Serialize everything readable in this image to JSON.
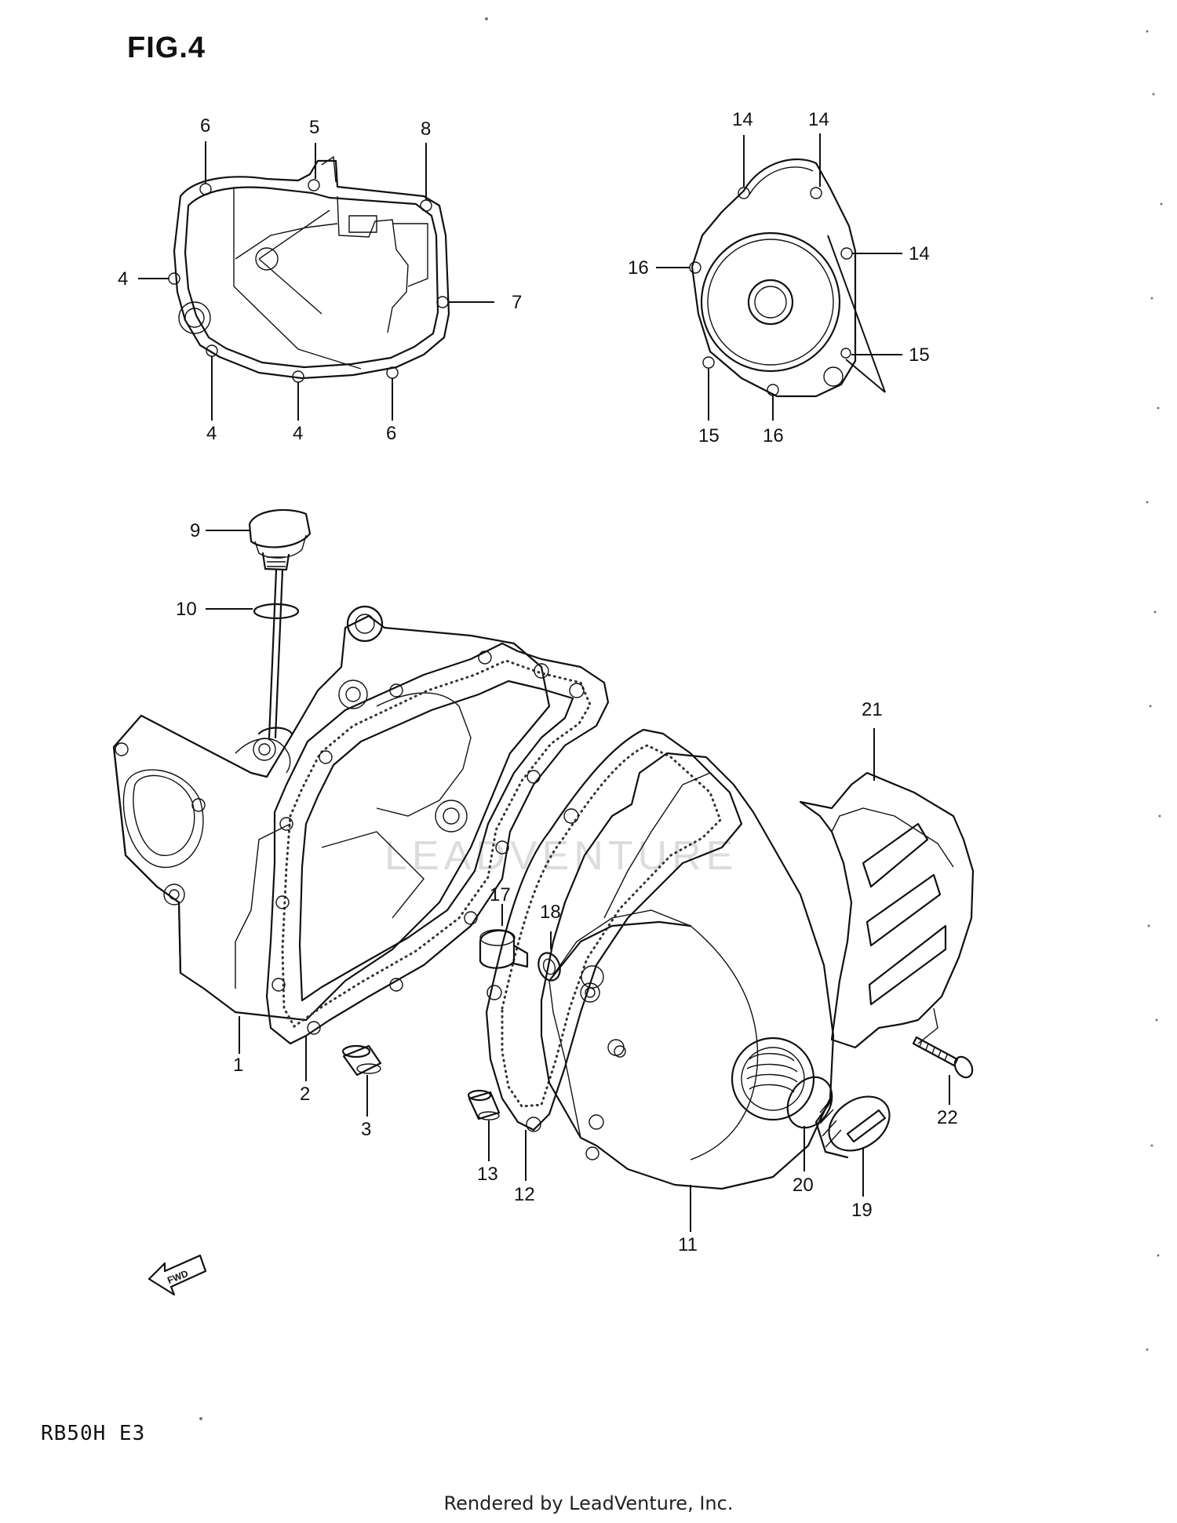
{
  "figure_title": "FIG.4",
  "model_code": "RB50H E3",
  "footer": "Rendered by LeadVenture, Inc.",
  "watermark": "LEADVENTURE",
  "fwd_label": "FWD",
  "gasket_detail_labels": {
    "l6a": "6",
    "l5": "5",
    "l8": "8",
    "l4a": "4",
    "l7": "7",
    "l4b": "4",
    "l4c": "4",
    "l6b": "6"
  },
  "cover_detail_labels": {
    "l14a": "14",
    "l14b": "14",
    "l14c": "14",
    "l16a": "16",
    "l15a": "15",
    "l15b": "15",
    "l16b": "16"
  },
  "part_labels": {
    "p1": "1",
    "p2": "2",
    "p3": "3",
    "p9": "9",
    "p10": "10",
    "p11": "11",
    "p12": "12",
    "p13": "13",
    "p17": "17",
    "p18": "18",
    "p19": "19",
    "p20": "20",
    "p21": "21",
    "p22": "22"
  }
}
